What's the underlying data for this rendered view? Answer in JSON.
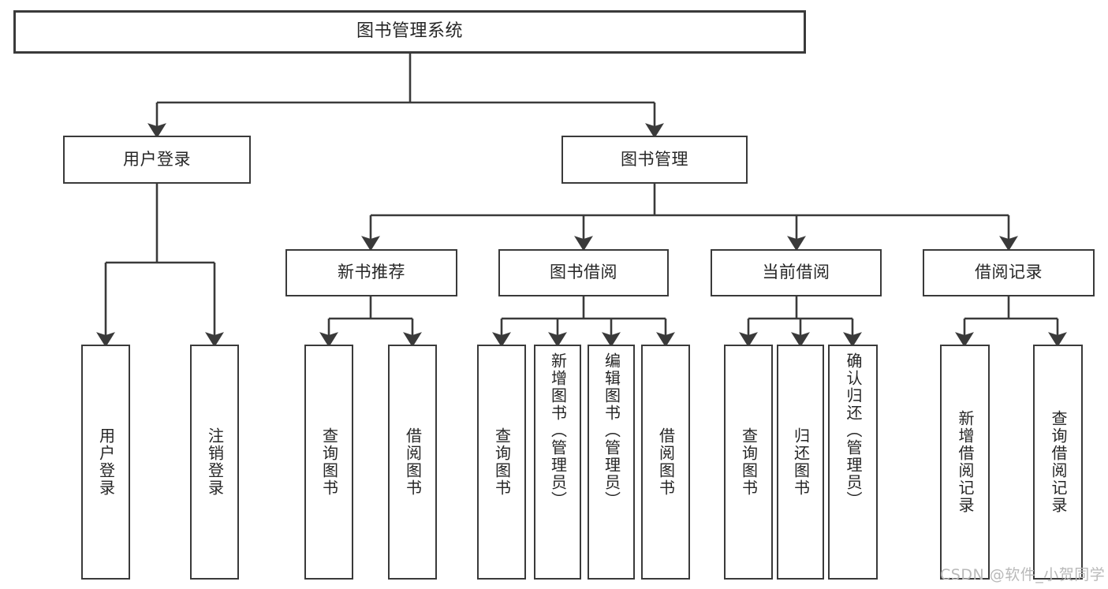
{
  "diagram": {
    "type": "tree",
    "title": "图书管理系统",
    "watermark": "CSDN @软件_小贺同学",
    "colors": {
      "box_border": "#3a3a3a",
      "box_fill": "#ffffff",
      "text": "#262626",
      "connector": "#3a3a3a",
      "watermark": "#b9b9b9",
      "background": "#ffffff"
    },
    "nodes": {
      "root": {
        "label": "图书管理系统",
        "level": 1
      },
      "l2": [
        {
          "label": "用户登录",
          "level": 2
        },
        {
          "label": "图书管理",
          "level": 2
        }
      ],
      "l3": [
        {
          "label": "新书推荐",
          "level": 3
        },
        {
          "label": "图书借阅",
          "level": 3
        },
        {
          "label": "当前借阅",
          "level": 3
        },
        {
          "label": "借阅记录",
          "level": 3
        }
      ],
      "leaves": {
        "user_login": [
          {
            "label": "用户登录"
          },
          {
            "label": "注销登录"
          }
        ],
        "new_book": [
          {
            "label": "查询图书"
          },
          {
            "label": "借阅图书"
          }
        ],
        "book_borrow": [
          {
            "label": "查询图书"
          },
          {
            "label": "新增图书（管理员）"
          },
          {
            "label": "编辑图书（管理员）"
          },
          {
            "label": "借阅图书"
          }
        ],
        "current_borrow": [
          {
            "label": "查询图书"
          },
          {
            "label": "归还图书"
          },
          {
            "label": "确认归还（管理员）"
          }
        ],
        "borrow_record": [
          {
            "label": "新增借阅记录"
          },
          {
            "label": "查询借阅记录"
          }
        ]
      }
    }
  }
}
